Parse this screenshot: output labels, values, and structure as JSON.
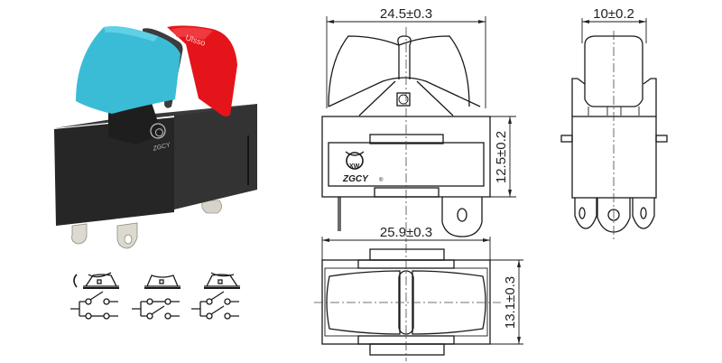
{
  "product": {
    "name": "Rocker switch",
    "colors": {
      "left_rocker": "#3bbcd6",
      "right_rocker": "#e5141b",
      "housing": "#2a2a2a",
      "terminal": "#d8d6cc"
    },
    "rocker_marking": "Ulsso",
    "housing_brand": "ZGCY"
  },
  "front_view": {
    "width_top": "24.5±0.3",
    "height": "12.5±0.2",
    "width_bottom": "25.9±0.3",
    "logo_text": "XW",
    "brand": "ZGCY",
    "reg_mark": "®"
  },
  "side_view": {
    "width": "10±0.2"
  },
  "bottom_view": {
    "width": "25.9±0.3",
    "height": "13.1±0.3"
  },
  "positions": [
    {
      "label": "position-1",
      "state": "left-pressed"
    },
    {
      "label": "position-2",
      "state": "center-off"
    },
    {
      "label": "position-3",
      "state": "right-pressed"
    }
  ]
}
